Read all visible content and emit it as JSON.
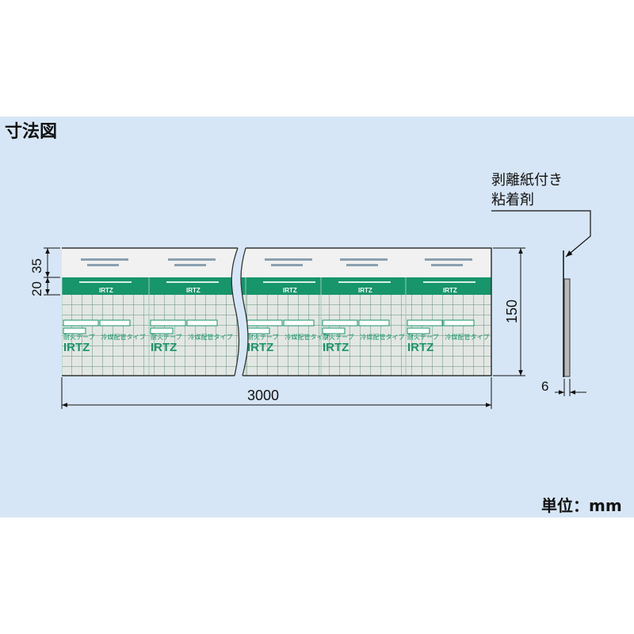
{
  "title": "寸法図",
  "unit_label": "単位：mm",
  "callout": {
    "line1": "剥離紙付き",
    "line2": "粘着剤"
  },
  "dimensions": {
    "length": "3000",
    "width": "150",
    "thickness": "6",
    "top_section": "35",
    "green_band": "20"
  },
  "tape_print": {
    "product_type": "耐火テープ　冷媒配管タイプ",
    "brand": "IRTZ",
    "band_brand": "IRTZ"
  },
  "colors": {
    "background": "#d7e6f6",
    "green": "#17956b",
    "grid": "#5f8f7a"
  }
}
